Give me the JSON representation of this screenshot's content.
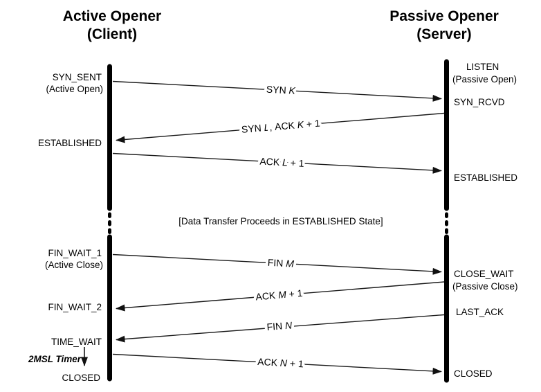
{
  "page": {
    "background": "#ffffff",
    "ink": "#000000",
    "line_color": "#1a1a1a"
  },
  "headers": {
    "client": {
      "line1": "Active Opener",
      "line2": "(Client)"
    },
    "server": {
      "line1": "Passive Opener",
      "line2": "(Server)"
    }
  },
  "client_states": {
    "syn_sent": "SYN_SENT",
    "syn_sent_note": "(Active Open)",
    "established": "ESTABLISHED",
    "fin_wait_1": "FIN_WAIT_1",
    "fin_wait_1_note": "(Active Close)",
    "fin_wait_2": "FIN_WAIT_2",
    "time_wait": "TIME_WAIT",
    "timer_label": "2MSL Timer",
    "closed": "CLOSED"
  },
  "server_states": {
    "listen": "LISTEN",
    "listen_note": "(Passive Open)",
    "syn_rcvd": "SYN_RCVD",
    "established": "ESTABLISHED",
    "close_wait": "CLOSE_WAIT",
    "close_wait_note": "(Passive Close)",
    "last_ack": "LAST_ACK",
    "closed": "CLOSED"
  },
  "center_note": "[Data Transfer Proceeds in ESTABLISHED State]",
  "messages": [
    {
      "label": "SYN K",
      "from": "client",
      "to": "server",
      "segments": [
        {
          "text": "SYN "
        },
        {
          "text": "K"
        }
      ]
    },
    {
      "label": "SYN L, ACK K + 1",
      "from": "server",
      "to": "client",
      "segments": [
        {
          "text": "SYN "
        },
        {
          "text": "L"
        },
        {
          "text": ", ACK "
        },
        {
          "text": "K"
        },
        {
          "text": " + 1"
        }
      ]
    },
    {
      "label": "ACK L + 1",
      "from": "client",
      "to": "server",
      "segments": [
        {
          "text": "ACK "
        },
        {
          "text": "L"
        },
        {
          "text": " + 1"
        }
      ]
    },
    {
      "label": "FIN M",
      "from": "client",
      "to": "server",
      "segments": [
        {
          "text": "FIN "
        },
        {
          "text": "M"
        }
      ]
    },
    {
      "label": "ACK M + 1",
      "from": "server",
      "to": "client",
      "segments": [
        {
          "text": "ACK "
        },
        {
          "text": "M"
        },
        {
          "text": " + 1"
        }
      ]
    },
    {
      "label": "FIN N",
      "from": "server",
      "to": "client",
      "segments": [
        {
          "text": "FIN "
        },
        {
          "text": "N"
        }
      ]
    },
    {
      "label": "ACK N + 1",
      "from": "client",
      "to": "server",
      "segments": [
        {
          "text": "ACK "
        },
        {
          "text": "N"
        },
        {
          "text": " + 1"
        }
      ]
    }
  ]
}
